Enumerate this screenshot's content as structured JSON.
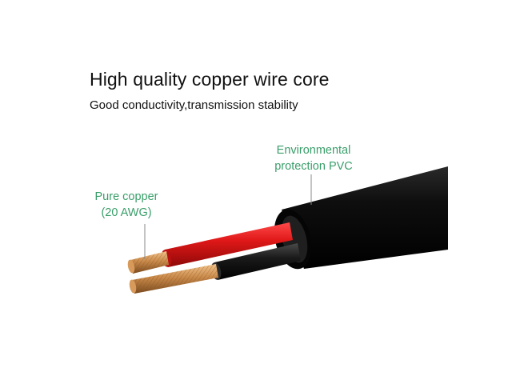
{
  "headline": "High quality copper wire core",
  "subline": "Good conductivity,transmission stability",
  "callouts": {
    "pvc": {
      "line1": "Environmental",
      "line2": "protection PVC"
    },
    "copper": {
      "line1": "Pure copper",
      "line2": "(20 AWG)"
    }
  },
  "colors": {
    "callout_text": "#3a9e6a",
    "jacket": "#0b0b0b",
    "red_insulation": "#d81414",
    "black_insulation": "#141414",
    "copper": "#c98a4a"
  },
  "icons": {
    "cable": "two-core-cable-illustration"
  }
}
